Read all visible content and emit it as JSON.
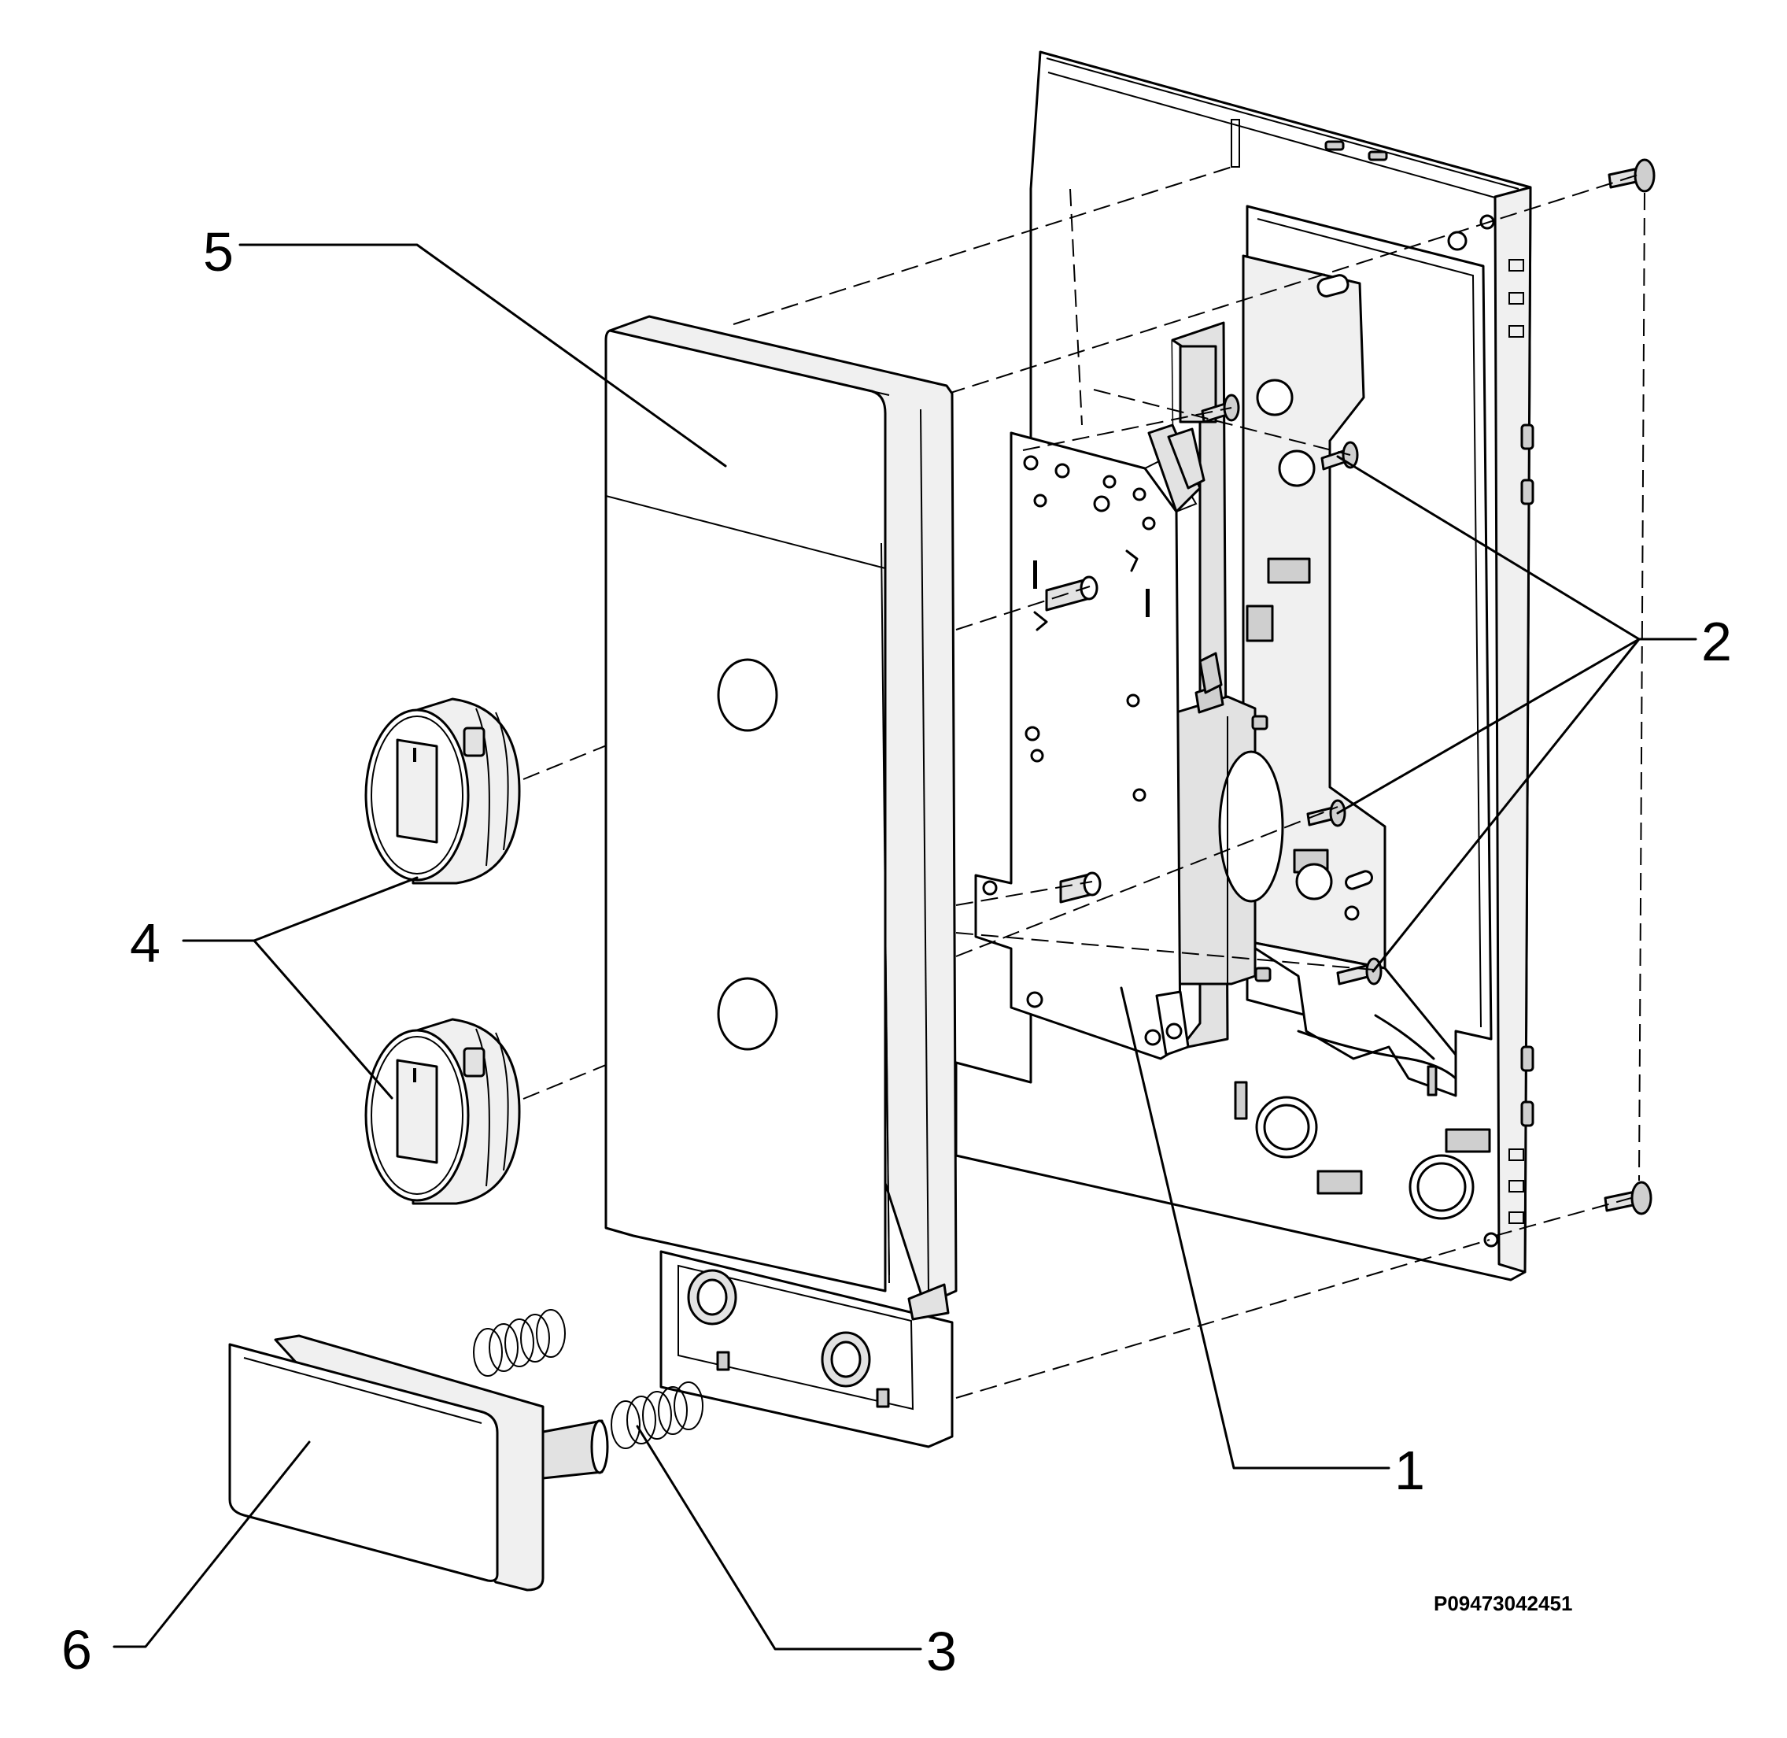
{
  "callouts": [
    {
      "id": "1",
      "label": "1"
    },
    {
      "id": "2",
      "label": "2"
    },
    {
      "id": "3",
      "label": "3"
    },
    {
      "id": "4",
      "label": "4"
    },
    {
      "id": "5",
      "label": "5"
    },
    {
      "id": "6",
      "label": "6"
    }
  ],
  "drawing_code": "P09473042451"
}
